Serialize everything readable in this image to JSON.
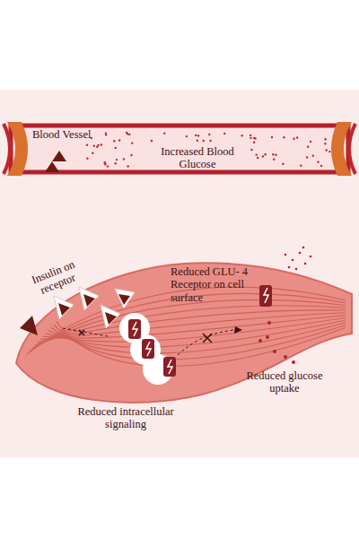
{
  "diagram": {
    "labels": [
      "Blood Vessel",
      "Increased Blood Glucose",
      "Insulin on receptor",
      "Reduced GLU- 4 Receptor on cell surface",
      "Reduced glucose uptake",
      "Reduced intracellular signaling"
    ]
  }
}
